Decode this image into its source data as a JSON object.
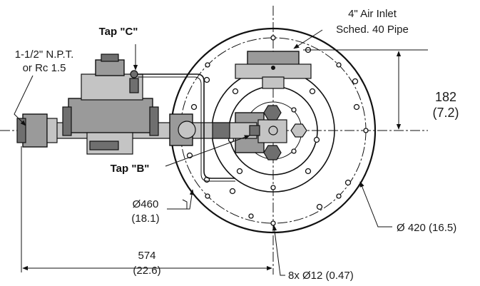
{
  "labels": {
    "air_inlet_line1": "4\" Air Inlet",
    "air_inlet_line2": "Sched. 40 Pipe",
    "tap_c": "Tap \"C\"",
    "tap_b": "Tap \"B\"",
    "npt_line1": "1-1/2\" N.P.T.",
    "npt_line2": "or Rc 1.5",
    "dim_182": "182",
    "dim_182_in": "(7.2)",
    "dim_460": "Ø460",
    "dim_460_in": "(18.1)",
    "dim_574": "574",
    "dim_574_in": "(22.6)",
    "bolt_circle": "Ø 420 (16.5)",
    "bolt_holes": "8x Ø12 (0.47)"
  },
  "colors": {
    "line": "#111111",
    "part_fill": "#9a9a9a",
    "part_light": "#c4c4c4",
    "part_dark": "#6f6f6f",
    "background": "#ffffff"
  }
}
